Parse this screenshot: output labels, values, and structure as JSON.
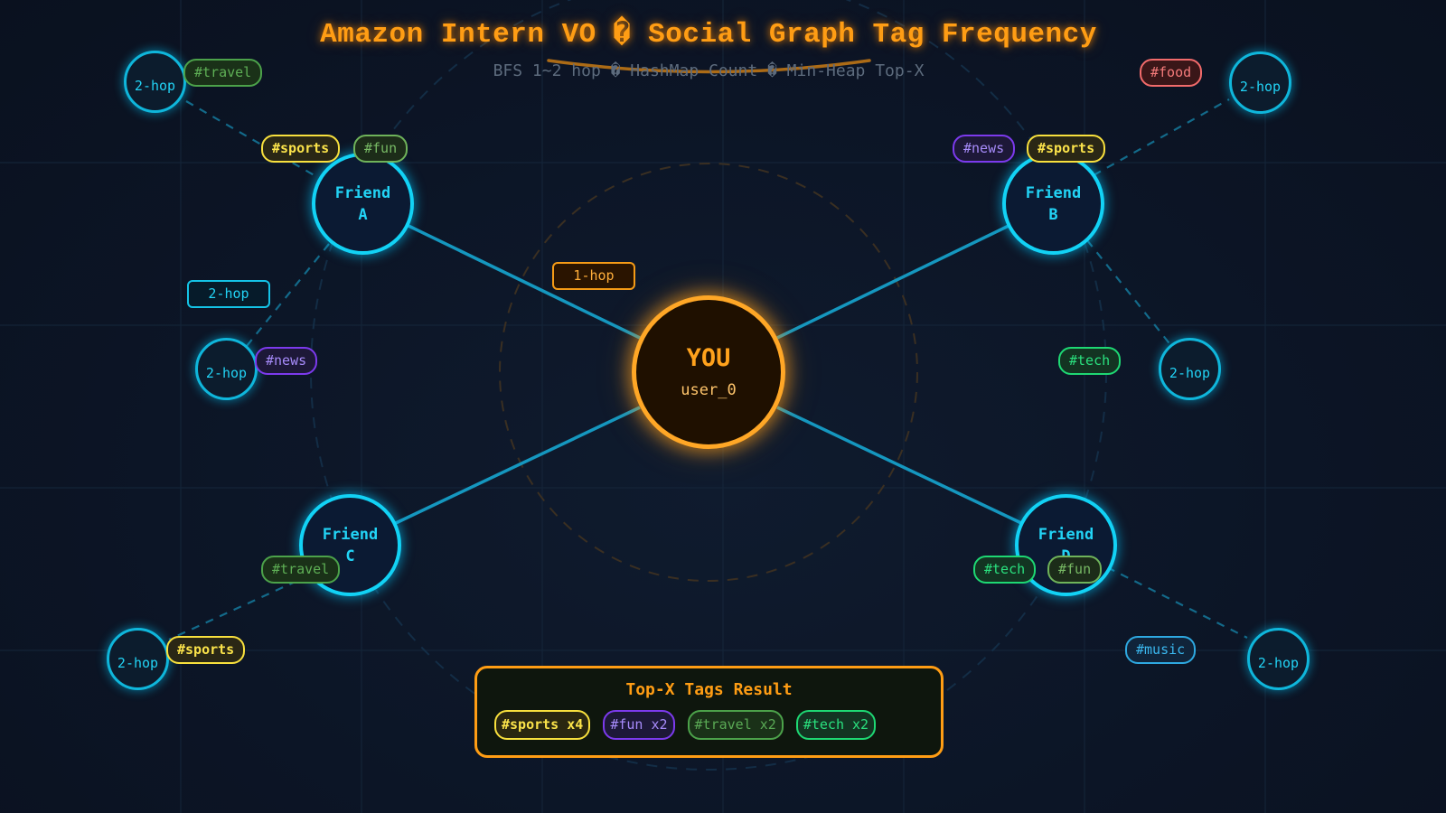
{
  "header": {
    "title": "Amazon Intern VO � Social Graph Tag Frequency",
    "subtitle": "BFS 1~2 hop � HashMap Count � Min-Heap Top-X"
  },
  "colors": {
    "accent_orange": "#ff9d14",
    "friend_cyan": "#12d2f5",
    "background": "#0c1526"
  },
  "center_node": {
    "label": "YOU",
    "sublabel": "user_0"
  },
  "edge_labels": {
    "one_hop": "1-hop",
    "two_hop": "2-hop"
  },
  "friends": [
    {
      "line1": "Friend",
      "line2": "A"
    },
    {
      "line1": "Friend",
      "line2": "B"
    },
    {
      "line1": "Friend",
      "line2": "C"
    },
    {
      "line1": "Friend",
      "line2": "D"
    }
  ],
  "two_hop_nodes": [
    {
      "label": "2-hop"
    },
    {
      "label": "2-hop"
    },
    {
      "label": "2-hop"
    },
    {
      "label": "2-hop"
    },
    {
      "label": "2-hop"
    },
    {
      "label": "2-hop"
    }
  ],
  "tags": [
    {
      "text": "#travel"
    },
    {
      "text": "#sports"
    },
    {
      "text": "#fun"
    },
    {
      "text": "#news"
    },
    {
      "text": "#sports"
    },
    {
      "text": "#food"
    },
    {
      "text": "#news"
    },
    {
      "text": "#tech"
    },
    {
      "text": "#travel"
    },
    {
      "text": "#sports"
    },
    {
      "text": "#tech"
    },
    {
      "text": "#fun"
    },
    {
      "text": "#music"
    }
  ],
  "result": {
    "title": "Top-X Tags Result",
    "items": [
      {
        "text": "#sports x4",
        "tag": "#sports",
        "count": 4
      },
      {
        "text": "#fun x2",
        "tag": "#fun",
        "count": 2
      },
      {
        "text": "#travel x2",
        "tag": "#travel",
        "count": 2
      },
      {
        "text": "#tech x2",
        "tag": "#tech",
        "count": 2
      }
    ]
  }
}
